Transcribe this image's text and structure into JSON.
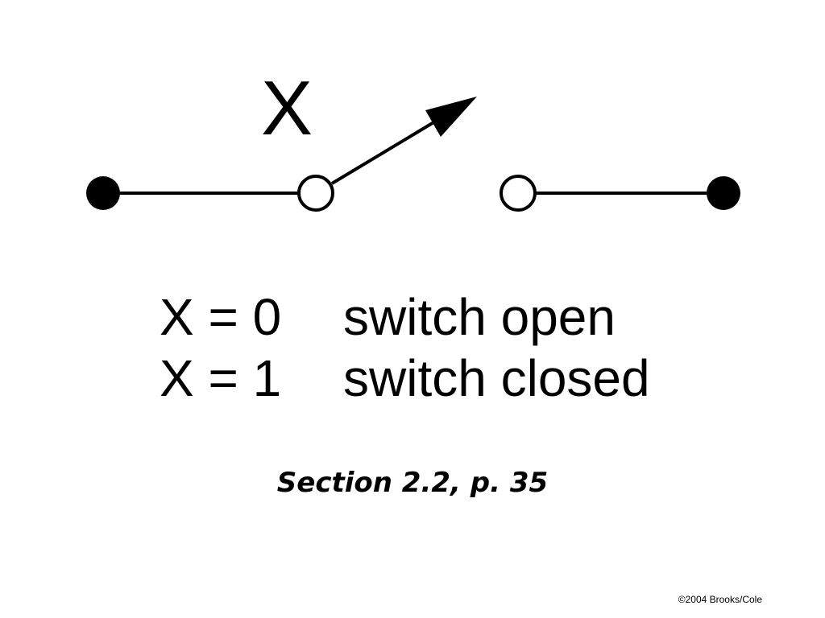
{
  "diagram": {
    "variable_label": "X",
    "states": [
      {
        "condition": "X = 0",
        "description": "switch open"
      },
      {
        "condition": "X = 1",
        "description": "switch closed"
      }
    ]
  },
  "footer": {
    "section_reference": "Section 2.2, p. 35",
    "copyright": "©2004 Brooks/Cole"
  },
  "colors": {
    "line": "#000000",
    "background": "#ffffff"
  }
}
